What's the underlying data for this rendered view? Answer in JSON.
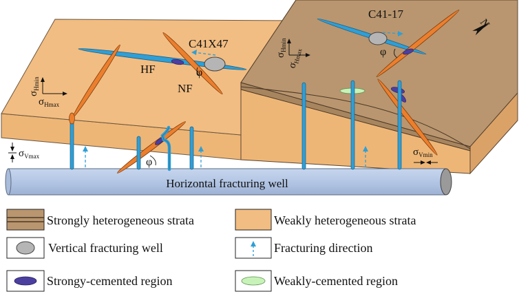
{
  "labels": {
    "well_left": "C41X47",
    "well_right": "C41-17",
    "hf": "HF",
    "nf": "NF",
    "phi": "φ",
    "sigma": "σ",
    "sub_hmin": "Hmin",
    "sub_hmax": "Hmax",
    "sub_vmax": "Vmax",
    "sub_vmin": "Vmin",
    "north": "N",
    "horizontal_well": "Horizontal fracturing well"
  },
  "legend": {
    "strong_strata": "Strongly heterogeneous strata",
    "weak_strata": "Weakly heterogeneous strata",
    "vertical_well": "Vertical fracturing well",
    "fracturing_direction": "Fracturing direction",
    "strong_cement": "Strongy-cemented region",
    "weak_cement": "Weakly-cemented region"
  },
  "colors": {
    "weak_strata": "#f2bd82",
    "strong_strata": "#b9966f",
    "hf_blue": "#2f9fd6",
    "nf_orange": "#ec7f2d",
    "strong_cement": "#4b3f9f",
    "weak_cement": "#c8f3b8",
    "pipe": "#b8cbe7"
  }
}
